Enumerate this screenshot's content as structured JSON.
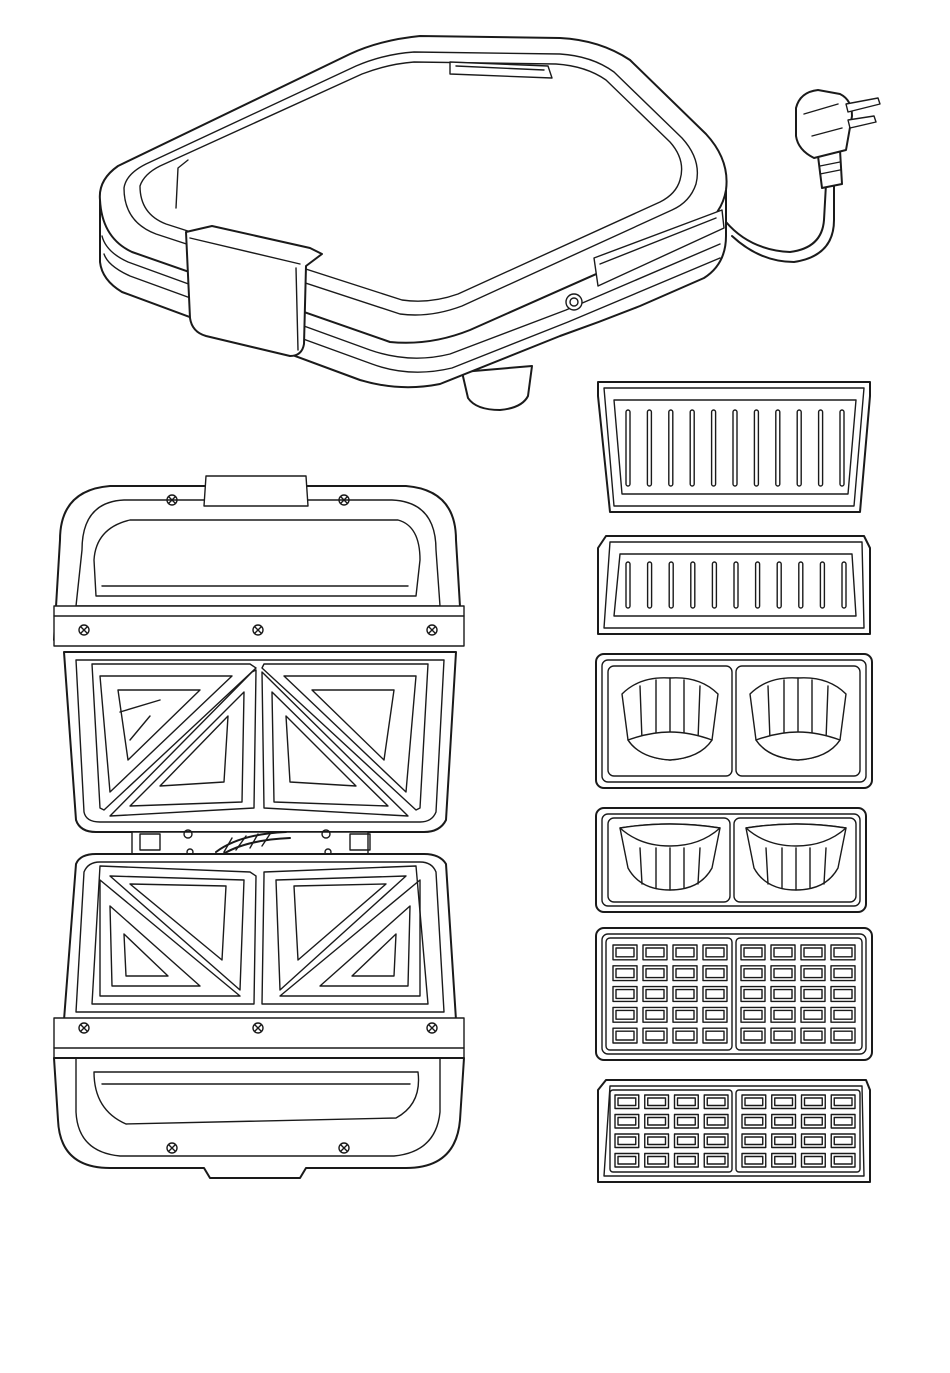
{
  "figure": {
    "background": "#ffffff",
    "line_color": "#1a1a1a",
    "parts": [
      {
        "id": "closed-appliance",
        "icon": "sandwich-maker-closed"
      },
      {
        "id": "power-cord",
        "icon": "power-plug"
      },
      {
        "id": "open-appliance",
        "icon": "sandwich-maker-open"
      },
      {
        "id": "plate-set",
        "icon": "interchangeable-plates",
        "plates": [
          {
            "kind": "grill",
            "ridges": 11
          },
          {
            "kind": "grill",
            "ridges": 11
          },
          {
            "kind": "shell-cake",
            "cavities": 2
          },
          {
            "kind": "shell-cake",
            "cavities": 2
          },
          {
            "kind": "waffle",
            "grid_cols": 8,
            "grid_rows": 5
          },
          {
            "kind": "waffle",
            "grid_cols": 8,
            "grid_rows": 4
          }
        ]
      }
    ]
  }
}
